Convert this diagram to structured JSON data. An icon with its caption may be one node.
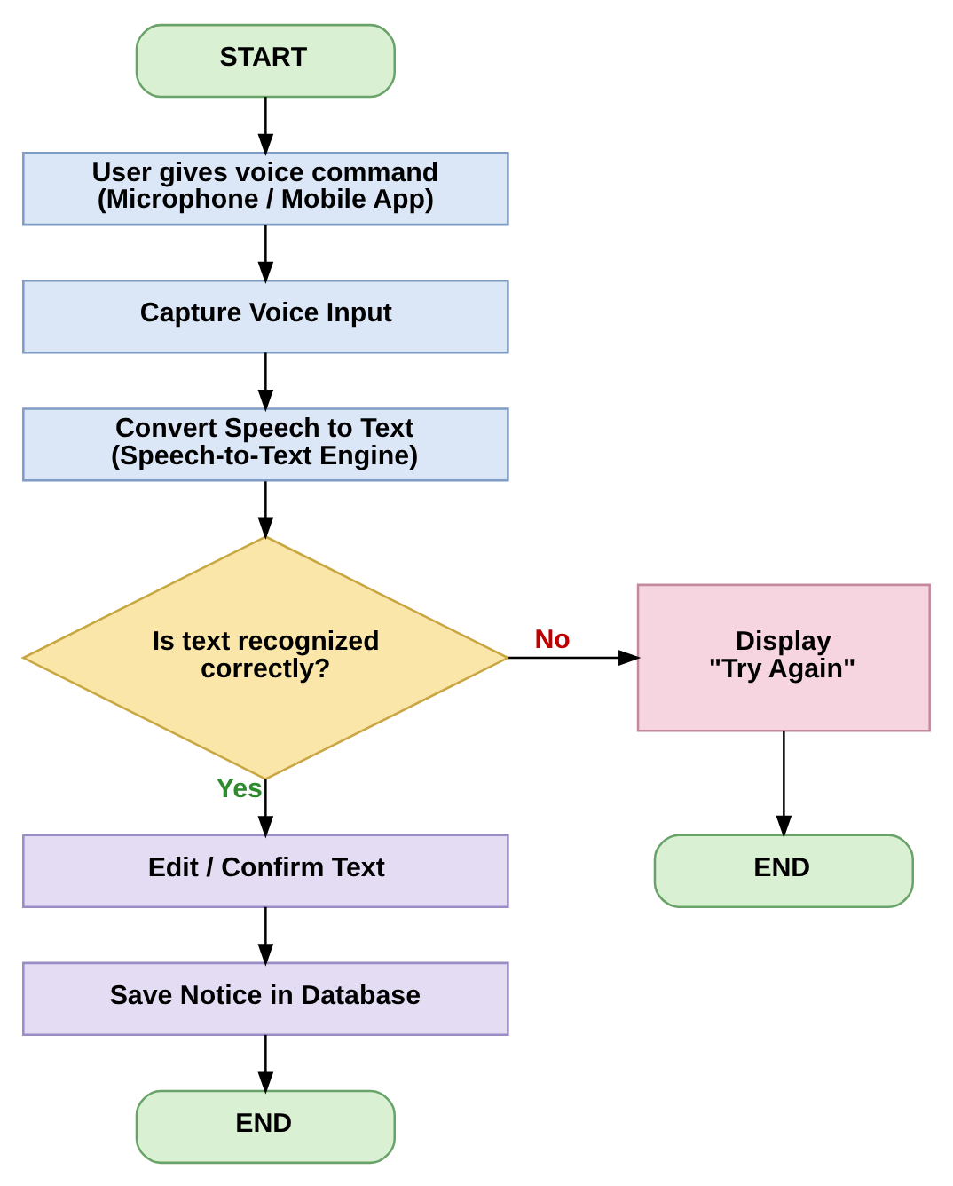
{
  "diagram": {
    "nodes": [
      {
        "text": [
          "START"
        ]
      },
      {
        "text": [
          "User gives voice command",
          "(Microphone / Mobile App)"
        ]
      },
      {
        "text": [
          "Capture Voice Input"
        ]
      },
      {
        "text": [
          "Convert Speech to Text",
          "(Speech-to-Text Engine)"
        ]
      },
      {
        "text": [
          "Is text recognized correctly?"
        ]
      },
      {
        "text": [
          "Display",
          "\"Try Again\""
        ]
      },
      {
        "text": [
          "END"
        ]
      },
      {
        "text": [
          "Edit / Confirm Text"
        ]
      },
      {
        "text": [
          "Save Notice in Database"
        ]
      },
      {
        "text": [
          "END"
        ]
      }
    ],
    "edges": [
      {
        "from": 0,
        "to": 1,
        "arrow": "to"
      },
      {
        "from": 1,
        "to": 2,
        "arrow": "to"
      },
      {
        "from": 2,
        "to": 3,
        "arrow": "to"
      },
      {
        "from": 3,
        "to": 4,
        "arrow": "to"
      },
      {
        "from": 4,
        "to": 5,
        "arrow": "to",
        "label": "No"
      },
      {
        "from": 5,
        "to": 6,
        "arrow": "to"
      },
      {
        "from": 4,
        "to": 7,
        "arrow": "to",
        "label": "Yes"
      },
      {
        "from": 7,
        "to": 8,
        "arrow": "to"
      },
      {
        "from": 8,
        "to": 9,
        "arrow": "to"
      }
    ]
  }
}
